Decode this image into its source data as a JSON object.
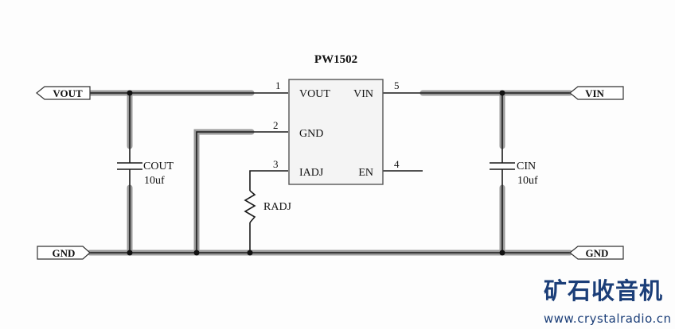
{
  "diagram": {
    "type": "schematic",
    "chip": {
      "name": "PW1502",
      "pins": [
        {
          "number": "1",
          "name": "VOUT",
          "side": "left"
        },
        {
          "number": "2",
          "name": "GND",
          "side": "left"
        },
        {
          "number": "3",
          "name": "IADJ",
          "side": "left"
        },
        {
          "number": "5",
          "name": "VIN",
          "side": "right"
        },
        {
          "number": "4",
          "name": "EN",
          "side": "right"
        }
      ]
    },
    "ports": {
      "vout": "VOUT",
      "vin": "VIN",
      "gnd_left": "GND",
      "gnd_right": "GND"
    },
    "components": {
      "cout": {
        "ref": "COUT",
        "value": "10uf"
      },
      "cin": {
        "ref": "CIN",
        "value": "10uf"
      },
      "radj": {
        "ref": "RADJ"
      }
    },
    "colors": {
      "wire": "#1a1a1a",
      "highlight": "#9a9a9a",
      "chip_fill": "#f4f4f4",
      "watermark": "#1b3e78"
    }
  },
  "watermark": {
    "title": "矿石收音机",
    "url": "www.crystalradio.cn"
  }
}
